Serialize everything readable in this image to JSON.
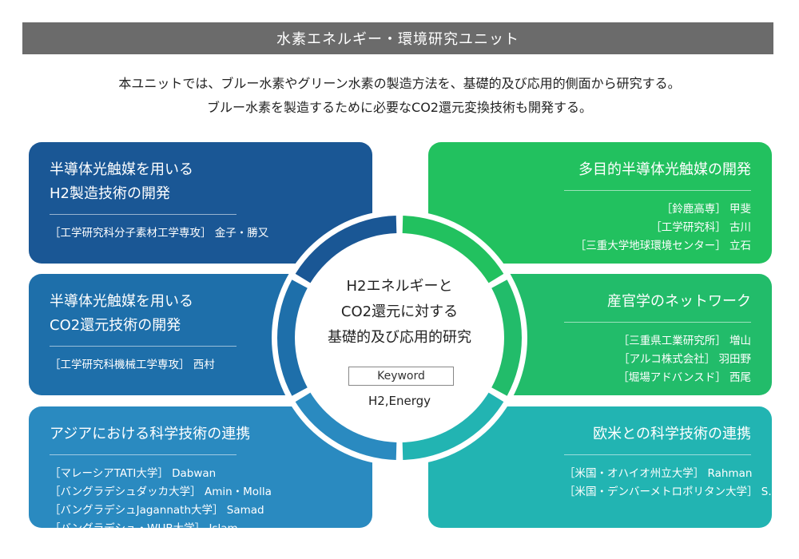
{
  "header": {
    "title": "水素エネルギー・環境研究ユニット"
  },
  "intro": {
    "line1": "本ユニットでは、ブルー水素やグリーン水素の製造方法を、基礎的及び応用的側面から研究する。",
    "line2": "ブルー水素を製造するために必要なCO2還元変換技術も開発する。"
  },
  "center": {
    "line1": "H2エネルギーと",
    "line2": "CO2還元に対する",
    "line3": "基礎的及び応用的研究",
    "keyword_label": "Keyword",
    "keyword_value": "H2,Energy"
  },
  "cards": {
    "c1": {
      "title1": "半導体光触媒を用いる",
      "title2": "H2製造技術の開発",
      "members": [
        "［工学研究科分子素材工学専攻］ 金子・勝又"
      ]
    },
    "c2": {
      "title1": "半導体光触媒を用いる",
      "title2": "CO2還元技術の開発",
      "members": [
        "［工学研究科機械工学専攻］ 西村"
      ]
    },
    "c3": {
      "title1": "アジアにおける科学技術の連携",
      "members": [
        "［マレーシアTATI大学］ Dabwan",
        "［バングラデシュダッカ大学］ Amin・Molla",
        "［バングラデシュJagannath大学］ Samad",
        "［バングラデシュ・WUB大学］ Islam"
      ]
    },
    "c4": {
      "title1": "多目的半導体光触媒の開発",
      "members": [
        "［鈴鹿高専］ 甲斐",
        "［工学研究科］ 古川",
        "［三重大学地球環境センター］ 立石"
      ]
    },
    "c5": {
      "title1": "産官学のネットワーク",
      "members": [
        "［三重県工業研究所］ 増山",
        "［アルコ株式会社］ 羽田野",
        "［堀場アドバンスド］ 西尾"
      ]
    },
    "c6": {
      "title1": "欧米との科学技術の連携",
      "members": [
        "［米国・オハイオ州立大学］ Rahman",
        "［米国・デンバーメトロポリタン大学］ S. Ahsan"
      ]
    }
  },
  "colors": {
    "title_bar": "#6b6b6b",
    "ring_segments": [
      "#1a5795",
      "#1e6faa",
      "#2a8ac0",
      "#22c15f",
      "#22bc6a",
      "#22b4b2"
    ]
  }
}
